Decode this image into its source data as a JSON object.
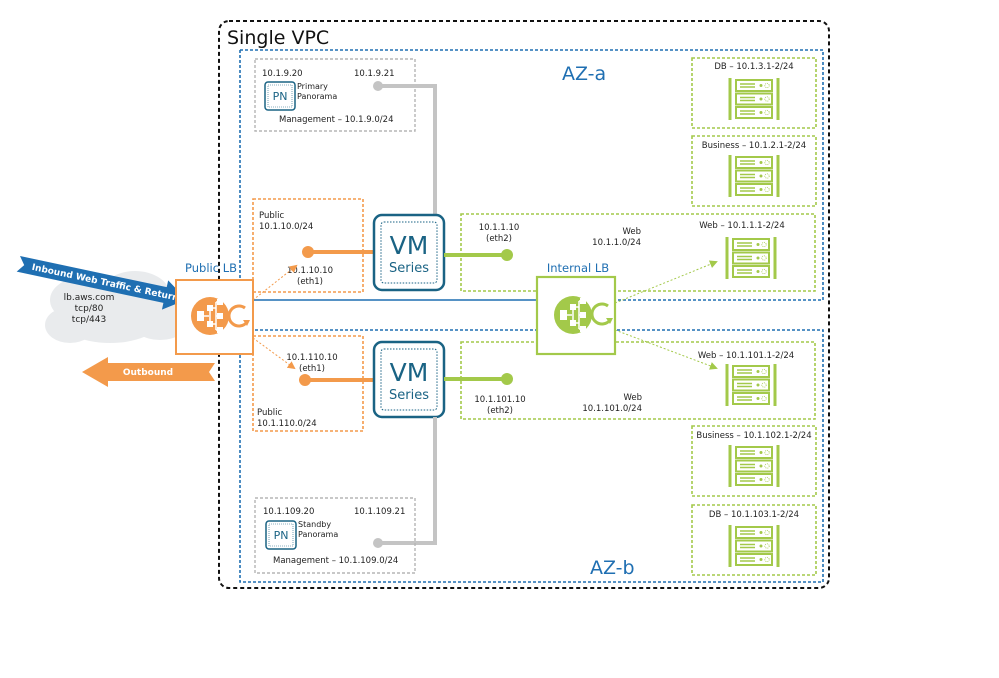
{
  "diagram": {
    "vpc_title": "Single VPC",
    "az_a_label": "AZ-a",
    "az_b_label": "AZ-b",
    "colors": {
      "vpc_border": "#111111",
      "az_border": "#1f6fb2",
      "public_orange": "#f39a4b",
      "web_green": "#a3c94a",
      "mgmt_gray": "#b5b5b5",
      "vm_teal": "#1a6384",
      "inbound_blue": "#1f6fb2",
      "cloud_gray": "#e9ebed"
    },
    "external": {
      "inbound_label": "Inbound Web Traffic & Return",
      "outbound_label": "Outbound",
      "cloud_lines": [
        "lb.aws.com",
        "tcp/80",
        "tcp/443"
      ]
    },
    "public_lb": {
      "label": "Public LB",
      "icon": "load-balancer-icon"
    },
    "internal_lb": {
      "label": "Internal LB",
      "icon": "load-balancer-icon"
    },
    "az_a": {
      "management": {
        "ip_left": "10.1.9.20",
        "ip_right": "10.1.9.21",
        "panorama_badge": "PN",
        "panorama_line1": "Primary",
        "panorama_line2": "Panorama",
        "subnet": "Management – 10.1.9.0/24"
      },
      "public_subnet": {
        "name": "Public",
        "cidr": "10.1.10.0/24",
        "eth_ip": "10.1.10.10",
        "eth_name": "(eth1)"
      },
      "vm_series": {
        "line1": "VM",
        "line2": "Series"
      },
      "web_subnet": {
        "eth_ip": "10.1.1.10",
        "eth_name": "(eth2)",
        "name": "Web",
        "cidr": "10.1.1.0/24",
        "servers_label": "Web – 10.1.1.1-2/24"
      },
      "db_servers_label": "DB – 10.1.3.1-2/24",
      "business_servers_label": "Business – 10.1.2.1-2/24"
    },
    "az_b": {
      "management": {
        "ip_left": "10.1.109.20",
        "ip_right": "10.1.109.21",
        "panorama_badge": "PN",
        "panorama_line1": "Standby",
        "panorama_line2": "Panorama",
        "subnet": "Management – 10.1.109.0/24"
      },
      "public_subnet": {
        "name": "Public",
        "cidr": "10.1.110.0/24",
        "eth_ip": "10.1.110.10",
        "eth_name": "(eth1)"
      },
      "vm_series": {
        "line1": "VM",
        "line2": "Series"
      },
      "web_subnet": {
        "eth_ip": "10.1.101.10",
        "eth_name": "(eth2)",
        "name": "Web",
        "cidr": "10.1.101.0/24",
        "servers_label": "Web – 10.1.101.1-2/24"
      },
      "business_servers_label": "Business – 10.1.102.1-2/24",
      "db_servers_label": "DB – 10.1.103.1-2/24"
    }
  }
}
